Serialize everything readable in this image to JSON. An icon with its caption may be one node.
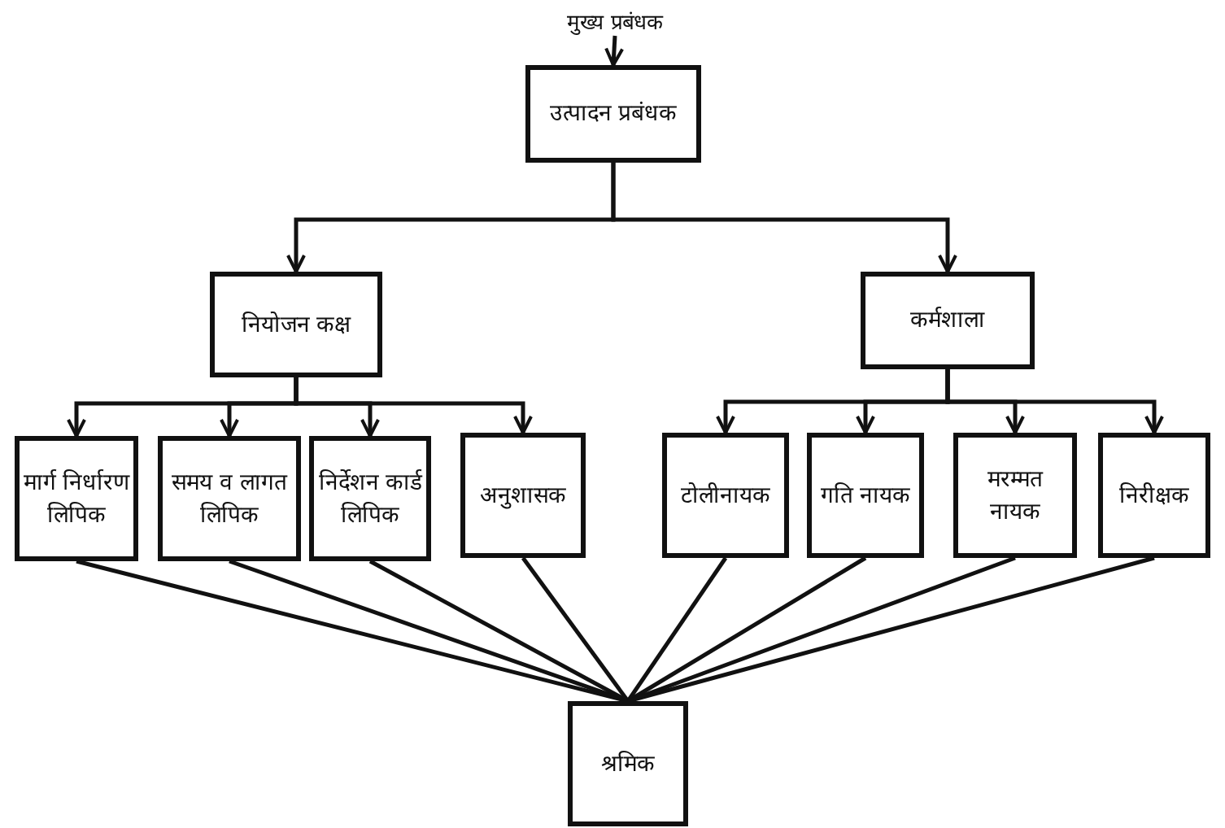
{
  "diagram": {
    "nodes": [
      {
        "text": [
          "मुख्य प्रबंधक"
        ]
      },
      {
        "text": [
          "उत्पादन प्रबंधक"
        ]
      },
      {
        "text": [
          "नियोजन कक्ष"
        ]
      },
      {
        "text": [
          "कर्मशाला"
        ]
      },
      {
        "text": [
          "मार्ग निर्धारण लिपिक"
        ]
      },
      {
        "text": [
          "समय व लागत लिपिक"
        ]
      },
      {
        "text": [
          "निर्देशन कार्ड लिपिक"
        ]
      },
      {
        "text": [
          "अनुशासक"
        ]
      },
      {
        "text": [
          "टोलीनायक"
        ]
      },
      {
        "text": [
          "गति नायक"
        ]
      },
      {
        "text": [
          "मरम्मत नायक"
        ]
      },
      {
        "text": [
          "निरीक्षक"
        ]
      },
      {
        "text": [
          "श्रमिक"
        ]
      }
    ],
    "edges": [
      {
        "from": 0,
        "to": 1,
        "arrow": "to"
      },
      {
        "from": 1,
        "to": 2,
        "arrow": "to"
      },
      {
        "from": 1,
        "to": 3,
        "arrow": "to"
      },
      {
        "from": 2,
        "to": 4,
        "arrow": "to"
      },
      {
        "from": 2,
        "to": 5,
        "arrow": "to"
      },
      {
        "from": 2,
        "to": 6,
        "arrow": "to"
      },
      {
        "from": 2,
        "to": 7,
        "arrow": "to"
      },
      {
        "from": 3,
        "to": 8,
        "arrow": "to"
      },
      {
        "from": 3,
        "to": 9,
        "arrow": "to"
      },
      {
        "from": 3,
        "to": 10,
        "arrow": "to"
      },
      {
        "from": 3,
        "to": 11,
        "arrow": "to"
      },
      {
        "from": 4,
        "to": 12,
        "arrow": "none"
      },
      {
        "from": 5,
        "to": 12,
        "arrow": "none"
      },
      {
        "from": 6,
        "to": 12,
        "arrow": "none"
      },
      {
        "from": 7,
        "to": 12,
        "arrow": "none"
      },
      {
        "from": 8,
        "to": 12,
        "arrow": "none"
      },
      {
        "from": 9,
        "to": 12,
        "arrow": "none"
      },
      {
        "from": 10,
        "to": 12,
        "arrow": "none"
      },
      {
        "from": 11,
        "to": 12,
        "arrow": "none"
      }
    ]
  }
}
